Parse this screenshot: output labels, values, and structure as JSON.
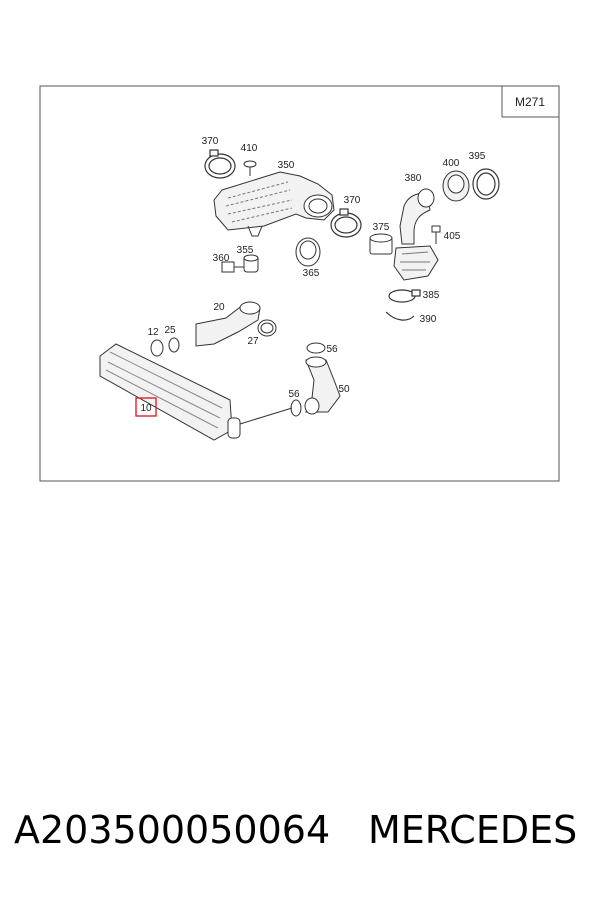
{
  "diagram": {
    "engine_code": "M271",
    "highlighted_callout": "10",
    "callouts": [
      "370",
      "410",
      "350",
      "370",
      "400",
      "395",
      "380",
      "375",
      "405",
      "360",
      "355",
      "365",
      "385",
      "390",
      "20",
      "12",
      "25",
      "27",
      "56",
      "56",
      "50",
      "10"
    ]
  },
  "footer": {
    "part_number": "A203500050064",
    "brand": "MERCEDES"
  },
  "colors": {
    "highlight": "#e0202a",
    "line": "#333333"
  }
}
